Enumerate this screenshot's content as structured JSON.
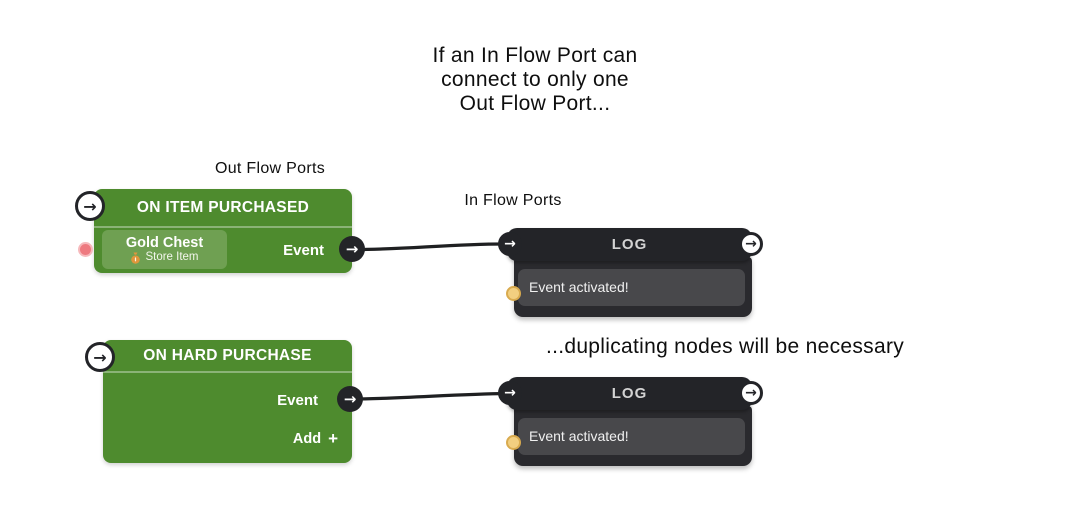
{
  "annotations": {
    "title_line1": "If an In Flow Port can",
    "title_line2": "connect to only one",
    "title_line3": "Out Flow Port...",
    "out_flow_label": "Out Flow Ports",
    "in_flow_label": "In Flow Ports",
    "bottom_note": "...duplicating nodes will be necessary"
  },
  "icons": {
    "arrow": "→",
    "plus": "+"
  },
  "colors": {
    "node_green": "#4e8b2e",
    "chip_green": "#6fa052",
    "node_dark": "#232428",
    "node_dark_body": "#2a2a2e",
    "input_grey": "#48484b",
    "port_pink": "#ee7a80",
    "port_yellow": "#f2cf80",
    "wire": "#1f2022",
    "bag_orange": "#e0963c"
  },
  "nodes": {
    "on_item_purchased": {
      "title": "ON ITEM PURCHASED",
      "chip_title": "Gold Chest",
      "chip_subtitle": "Store Item",
      "out_port_label": "Event"
    },
    "on_hard_purchase": {
      "title": "ON HARD PURCHASE",
      "out_port_label": "Event",
      "add_label": "Add"
    },
    "log1": {
      "title": "LOG",
      "message": "Event activated!"
    },
    "log2": {
      "title": "LOG",
      "message": "Event activated!"
    }
  }
}
